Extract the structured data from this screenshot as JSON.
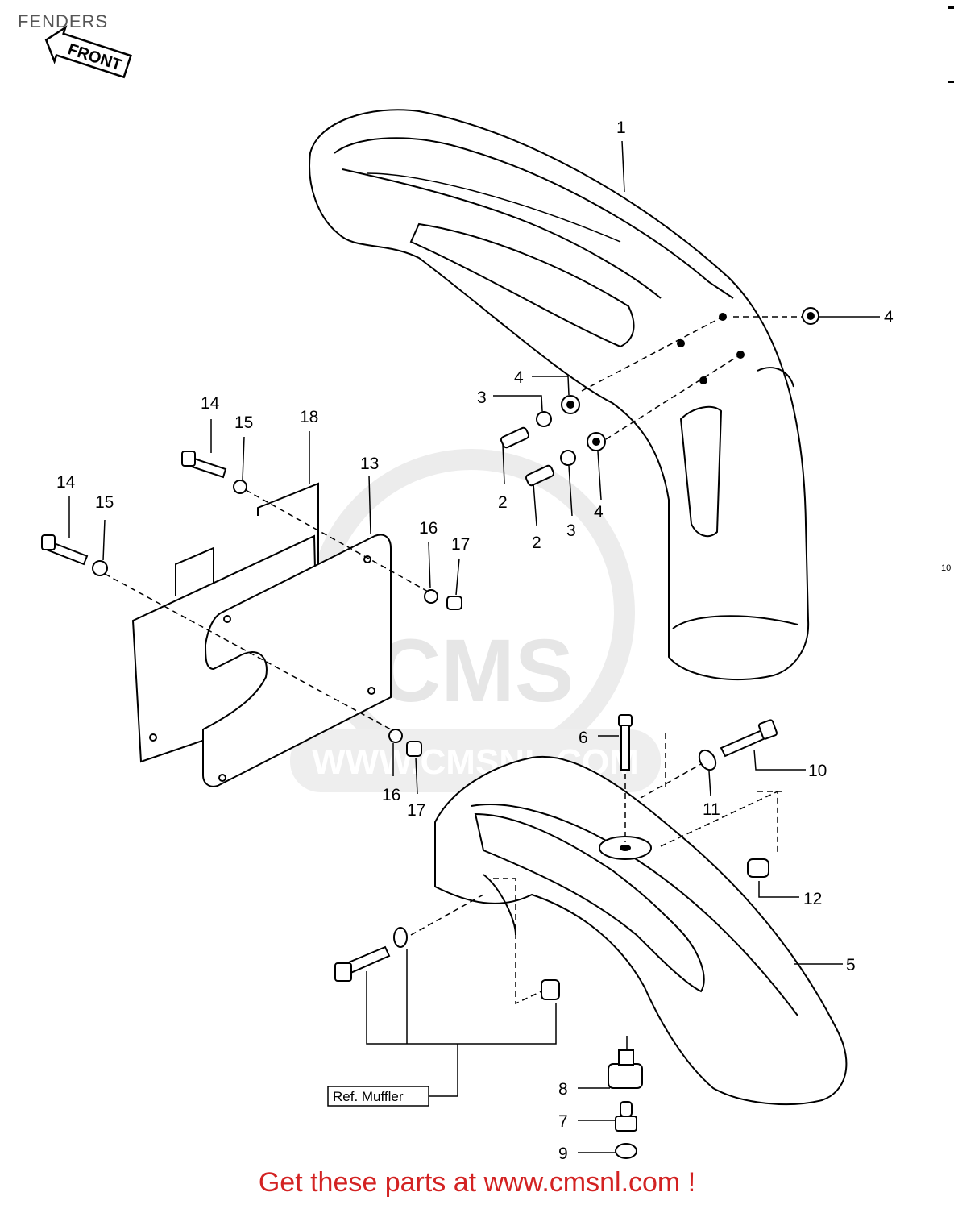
{
  "title": "FENDERS",
  "front_label": "FRONT",
  "ref_label": "Ref. Muffler",
  "watermark": {
    "logo": "CMS",
    "url": "WWW.CMSNL.COM"
  },
  "edge_marks": [
    "10"
  ],
  "footer": "Get these parts at www.cmsnl.com !",
  "callouts": [
    {
      "id": "c1",
      "text": "1"
    },
    {
      "id": "c4a",
      "text": "4"
    },
    {
      "id": "c4b",
      "text": "4"
    },
    {
      "id": "c3a",
      "text": "3"
    },
    {
      "id": "c2a",
      "text": "2"
    },
    {
      "id": "c2b",
      "text": "2"
    },
    {
      "id": "c3b",
      "text": "3"
    },
    {
      "id": "c4c",
      "text": "4"
    },
    {
      "id": "c14a",
      "text": "14"
    },
    {
      "id": "c15a",
      "text": "15"
    },
    {
      "id": "c18",
      "text": "18"
    },
    {
      "id": "c13",
      "text": "13"
    },
    {
      "id": "c14b",
      "text": "14"
    },
    {
      "id": "c15b",
      "text": "15"
    },
    {
      "id": "c16a",
      "text": "16"
    },
    {
      "id": "c17a",
      "text": "17"
    },
    {
      "id": "c16b",
      "text": "16"
    },
    {
      "id": "c17b",
      "text": "17"
    },
    {
      "id": "c6",
      "text": "6"
    },
    {
      "id": "c10",
      "text": "10"
    },
    {
      "id": "c11",
      "text": "11"
    },
    {
      "id": "c12",
      "text": "12"
    },
    {
      "id": "c5",
      "text": "5"
    },
    {
      "id": "c8",
      "text": "8"
    },
    {
      "id": "c7",
      "text": "7"
    },
    {
      "id": "c9",
      "text": "9"
    }
  ]
}
